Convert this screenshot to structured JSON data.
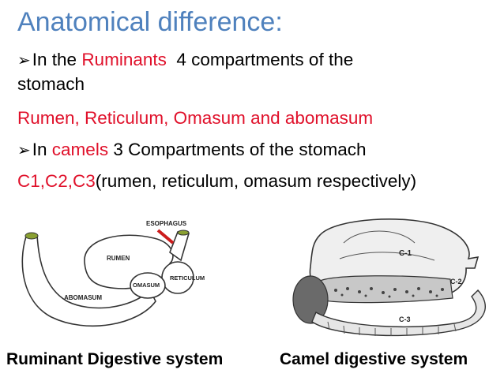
{
  "title": "Anatomical difference:",
  "bullet1": {
    "arrow": "➢",
    "prefix": "In the ",
    "highlight": "Ruminants",
    "suffix": "  4 compartments of the",
    "continuation": "stomach"
  },
  "ruminant_parts": "Rumen, Reticulum, Omasum and abomasum",
  "bullet2": {
    "arrow": "➢",
    "prefix": "In ",
    "highlight": "camels",
    "suffix": " 3 Compartments of the stomach"
  },
  "camel_parts": {
    "highlight": "C1,C2,C3",
    "rest": "(rumen, reticulum, omasum respectively)"
  },
  "ruminant_diagram": {
    "labels": {
      "esophagus": "ESOPHAGUS",
      "rumen": "RUMEN",
      "omasum": "OMASUM",
      "reticulum": "RETICULUM",
      "abomasum": "ABOMASUM"
    }
  },
  "camel_diagram": {
    "labels": {
      "c1": "C-1",
      "c2": "C-2",
      "c3": "C-3"
    }
  },
  "captions": {
    "ruminant": "Ruminant Digestive system",
    "camel": "Camel digestive system"
  },
  "colors": {
    "title": "#4f81bd",
    "highlight": "#e0102a"
  }
}
